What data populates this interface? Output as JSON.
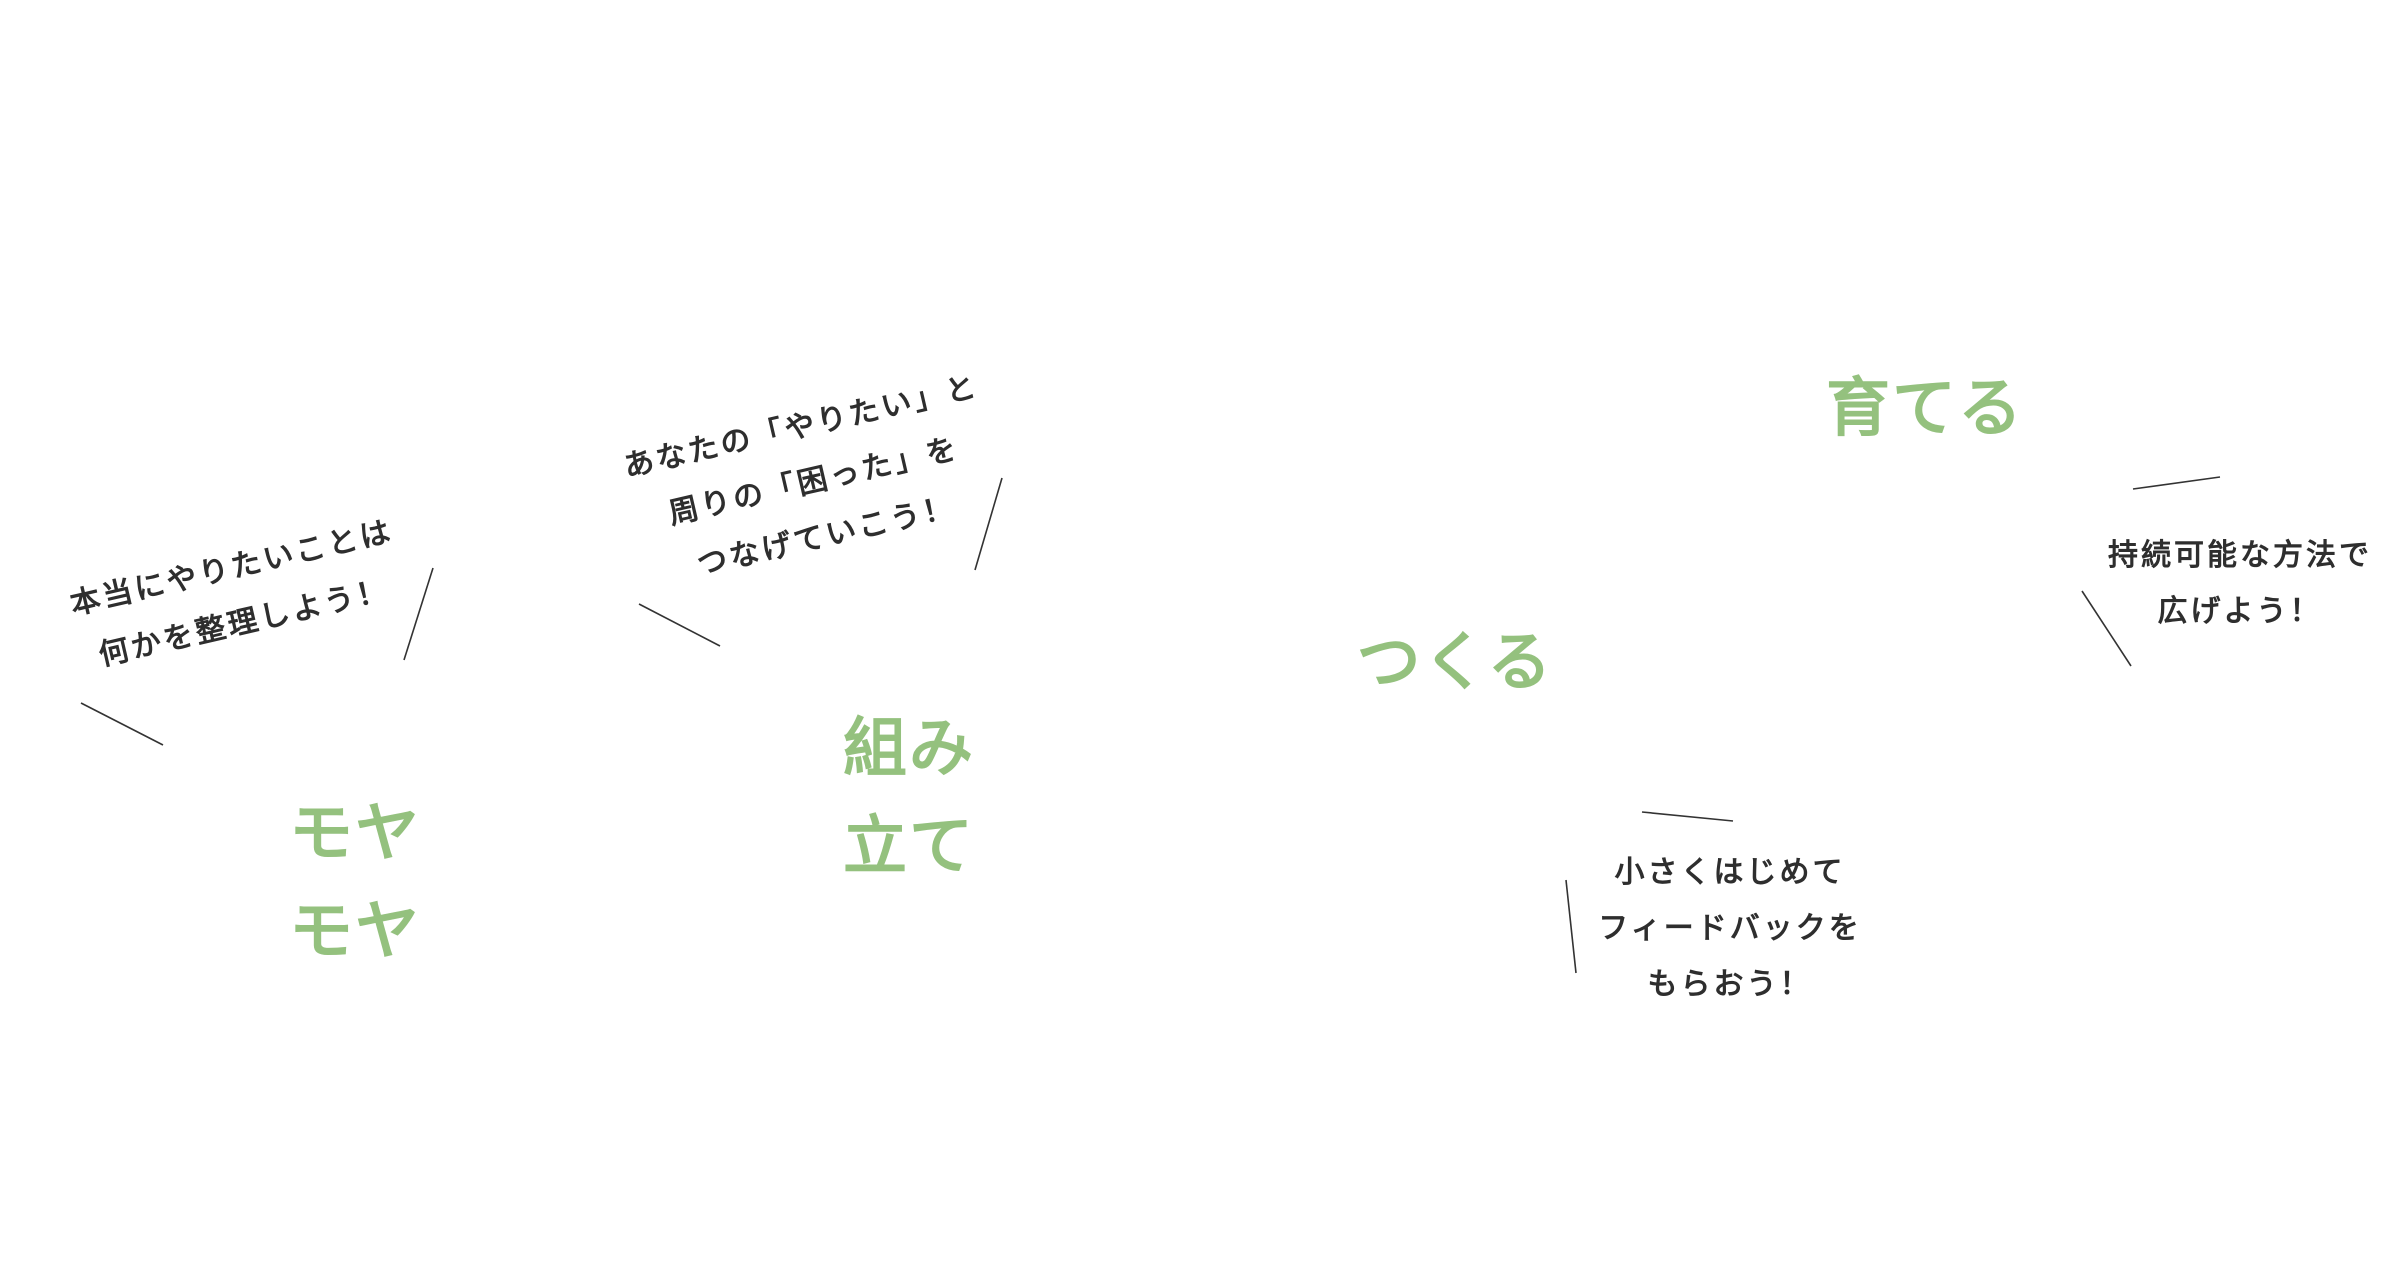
{
  "steps": {
    "moyamoya": {
      "lines": [
        "モヤ",
        "モヤ"
      ]
    },
    "kumitate": {
      "lines": [
        "組み",
        "立て"
      ]
    },
    "tsukuru": {
      "lines": [
        "つくる"
      ]
    },
    "sodateru": {
      "lines": [
        "育てる"
      ]
    }
  },
  "notes": {
    "moyamoya": {
      "lines": [
        "本当にやりたいことは",
        "何かを整理しよう！"
      ]
    },
    "kumitate": {
      "lines": [
        "あなたの「やりたい」と",
        "周りの「困った」を",
        "つなげていこう！"
      ]
    },
    "tsukuru": {
      "lines": [
        "小さくはじめて",
        "フィードバックを",
        "もらおう！"
      ]
    },
    "sodateru": {
      "lines": [
        "持続可能な方法で",
        "広げよう！"
      ]
    }
  },
  "colors": {
    "accent": "#94c17e",
    "text": "#2e2e2e",
    "line": "#333333",
    "background": "#ffffff"
  }
}
